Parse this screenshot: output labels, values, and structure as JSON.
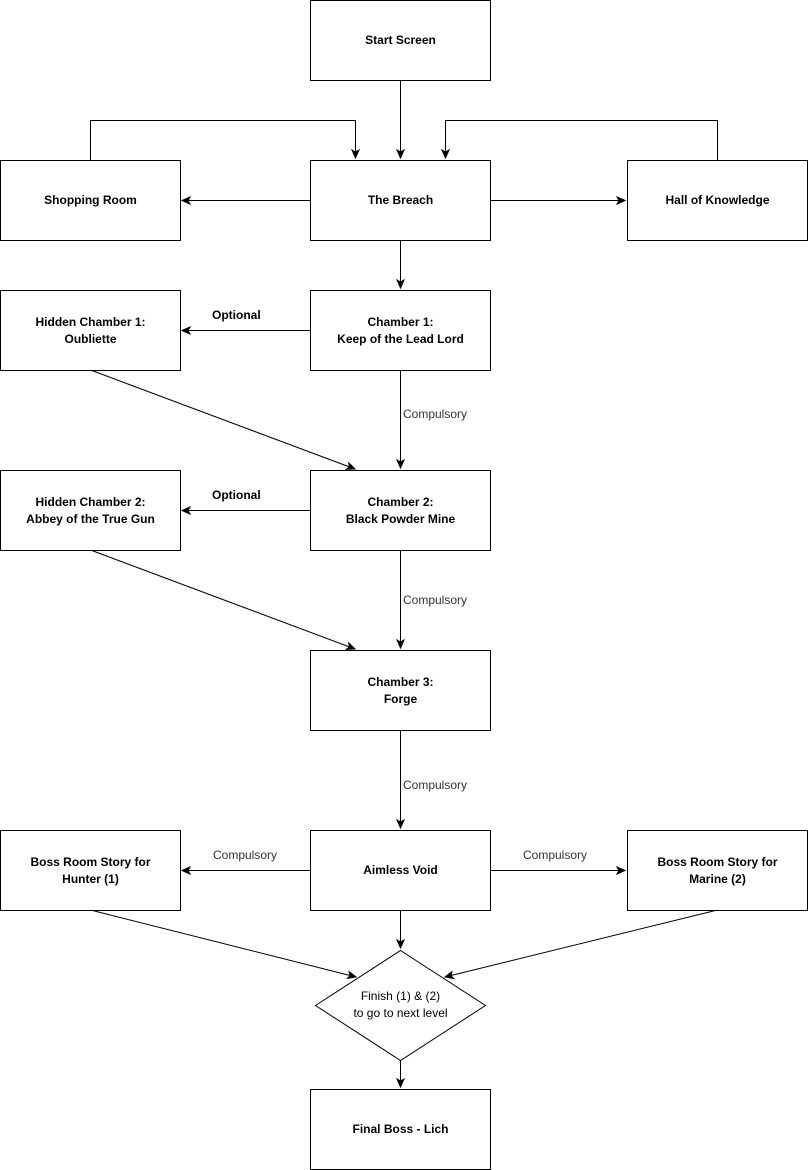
{
  "nodes": {
    "start_screen": "Start Screen",
    "shopping_room": "Shopping Room",
    "the_breach": "The Breach",
    "hall_of_knowledge": "Hall of Knowledge",
    "hidden_chamber_1": "Hidden Chamber 1:\nOubliette",
    "chamber_1": "Chamber 1:\nKeep of the Lead Lord",
    "hidden_chamber_2": "Hidden Chamber 2:\nAbbey of the True Gun",
    "chamber_2": "Chamber 2:\nBlack Powder Mine",
    "chamber_3": "Chamber 3:\nForge",
    "boss_room_hunter": "Boss Room Story for\nHunter (1)",
    "aimless_void": "Aimless Void",
    "boss_room_marine": "Boss Room Story for\nMarine (2)",
    "finish_decision": "Finish (1) & (2)\nto go to next level",
    "final_boss": "Final Boss - Lich"
  },
  "edge_labels": {
    "optional_1": "Optional",
    "compulsory_1": "Compulsory",
    "optional_2": "Optional",
    "compulsory_2": "Compulsory",
    "compulsory_3": "Compulsory",
    "compulsory_hunter": "Compulsory",
    "compulsory_marine": "Compulsory"
  }
}
